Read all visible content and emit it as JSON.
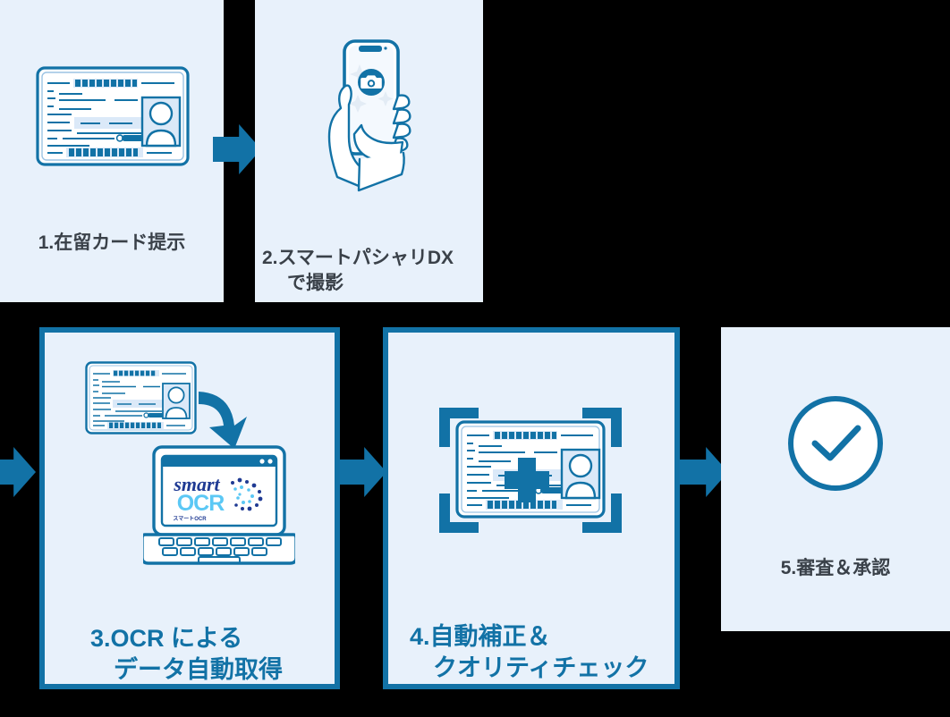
{
  "diagram": {
    "title_absent": true,
    "background_color": "#000000",
    "panel_background": "#e8f1fb",
    "accent_blue": "#1272a6",
    "caption_dark": "#3a4149"
  },
  "steps": [
    {
      "id": "step-1",
      "number": "1.",
      "caption": "1.在留カード提示",
      "caption_line1": "1.在留カード提示",
      "caption_line2": "",
      "caption_color": "#3a4149",
      "icon": "residence-card-icon",
      "bordered": false
    },
    {
      "id": "step-2",
      "number": "2.",
      "caption": "2.スマートパシャリDX で撮影",
      "caption_line1": "2.スマートパシャリDX",
      "caption_line2": "で撮影",
      "caption_color": "#3a4149",
      "icon": "hand-holding-phone-camera-icon",
      "bordered": false
    },
    {
      "id": "step-3",
      "number": "3.",
      "caption": "3.OCR による データ自動取得",
      "caption_line1": "3.OCR による",
      "caption_line2": "データ自動取得",
      "caption_color": "#1272a6",
      "icon": "card-to-laptop-ocr-icon",
      "bordered": true,
      "logo": {
        "word_smart": "smart",
        "word_ocr": "OCR",
        "subtitle": "スマートOCR"
      }
    },
    {
      "id": "step-4",
      "number": "4.",
      "caption": "4.自動補正＆ クオリティチェック",
      "caption_line1": "4.自動補正＆",
      "caption_line2": "クオリティチェック",
      "caption_color": "#1272a6",
      "icon": "card-scan-brackets-enhance-icon",
      "bordered": true
    },
    {
      "id": "step-5",
      "number": "5.",
      "caption": "5.審査＆承認",
      "caption_line1": "5.審査＆承認",
      "caption_line2": "",
      "caption_color": "#3a4149",
      "icon": "check-circle-icon",
      "bordered": false
    }
  ],
  "arrows": [
    {
      "id": "arrow-step1-to-step2",
      "direction": "right",
      "color": "#1272a6"
    },
    {
      "id": "arrow-row-entry",
      "direction": "right",
      "color": "#1272a6"
    },
    {
      "id": "arrow-step3-to-step4",
      "direction": "right",
      "color": "#1272a6"
    },
    {
      "id": "arrow-step4-to-step5",
      "direction": "right",
      "color": "#1272a6"
    }
  ]
}
